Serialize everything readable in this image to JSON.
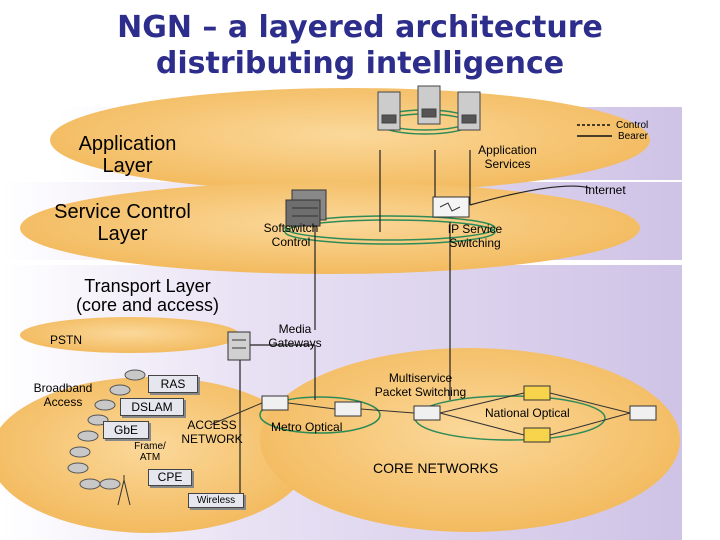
{
  "title": {
    "line1": "NGN – a layered architecture",
    "line2": "distributing intelligence"
  },
  "legend": {
    "control": "Control",
    "bearer": "Bearer"
  },
  "layers": {
    "application": {
      "line1": "Application",
      "line2": "Layer"
    },
    "service_control": {
      "line1": "Service Control",
      "line2": "Layer"
    },
    "transport": {
      "line1": "Transport Layer",
      "line2": "(core and access)"
    }
  },
  "labels": {
    "application_services": {
      "line1": "Application",
      "line2": "Services"
    },
    "internet": "Internet",
    "softswitch": {
      "line1": "Softswitch",
      "line2": "Control"
    },
    "ip_service": {
      "line1": "IP Service",
      "line2": "Switching"
    },
    "media_gateways": {
      "line1": "Media",
      "line2": "Gateways"
    },
    "pstn": "PSTN",
    "multiservice": {
      "line1": "Multiservice",
      "line2": "Packet Switching"
    },
    "broadband": {
      "line1": "Broadband",
      "line2": "Access"
    },
    "ras": "RAS",
    "dslam": "DSLAM",
    "gbe": "GbE",
    "access_network": {
      "line1": "ACCESS",
      "line2": "NETWORK"
    },
    "frame_atm": {
      "line1": "Frame/",
      "line2": "ATM"
    },
    "metro_optical": "Metro Optical",
    "national_optical": "National Optical",
    "core_networks": "CORE NETWORKS",
    "cpe": "CPE",
    "wireless": "Wireless"
  },
  "colors": {
    "title": "#2d2d8c",
    "band": "#ddd3ef",
    "ellipse": "#f5c26e",
    "ring": "#2e8b57"
  }
}
